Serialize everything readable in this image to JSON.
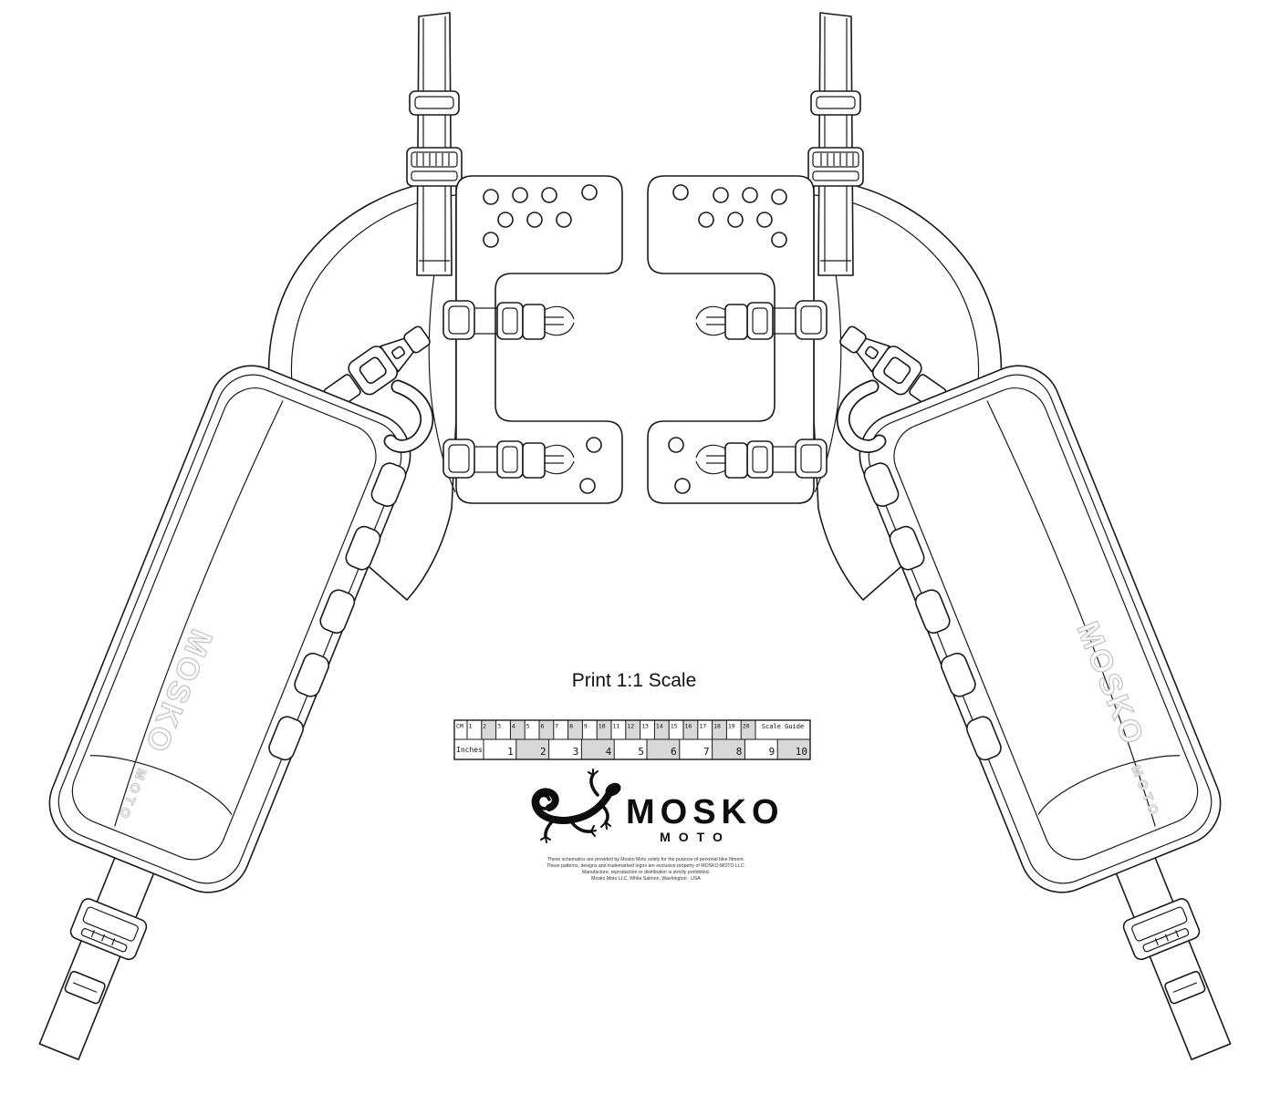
{
  "print_scale": {
    "label": "Print 1:1 Scale"
  },
  "ruler": {
    "cm_label": "CM",
    "inches_label": "Inches",
    "scale_guide_label": "Scale Guide",
    "cm_numbers": [
      "1",
      "2",
      "3",
      "4",
      "5",
      "6",
      "7",
      "8",
      "9",
      "10",
      "11",
      "12",
      "13",
      "14",
      "15",
      "16",
      "17",
      "18",
      "19",
      "20"
    ],
    "inch_numbers": [
      "1",
      "2",
      "3",
      "4",
      "5",
      "6",
      "7",
      "8",
      "9",
      "10"
    ]
  },
  "brand": {
    "name": "MOSKO",
    "subname": "MOTO",
    "icon": "lizard"
  },
  "bag_logo": {
    "name": "MOSKO",
    "subname": "MOTO"
  },
  "disclaimer": {
    "lines": [
      "These schematics are provided by Mosko Moto solely for the purpose of personal bike fitment.",
      "These patterns, designs and trademarked logos are exclusive property of MOSKO MOTO LLC.",
      "Manufacture, reproduction or distribution is strictly prohibited.",
      "Mosko Moto LLC, White Salmon, Washington · USA"
    ]
  },
  "colors": {
    "line": "#1a1a1a",
    "shade": "#d8d8d8",
    "logo_outline": "#c6c6c6"
  }
}
